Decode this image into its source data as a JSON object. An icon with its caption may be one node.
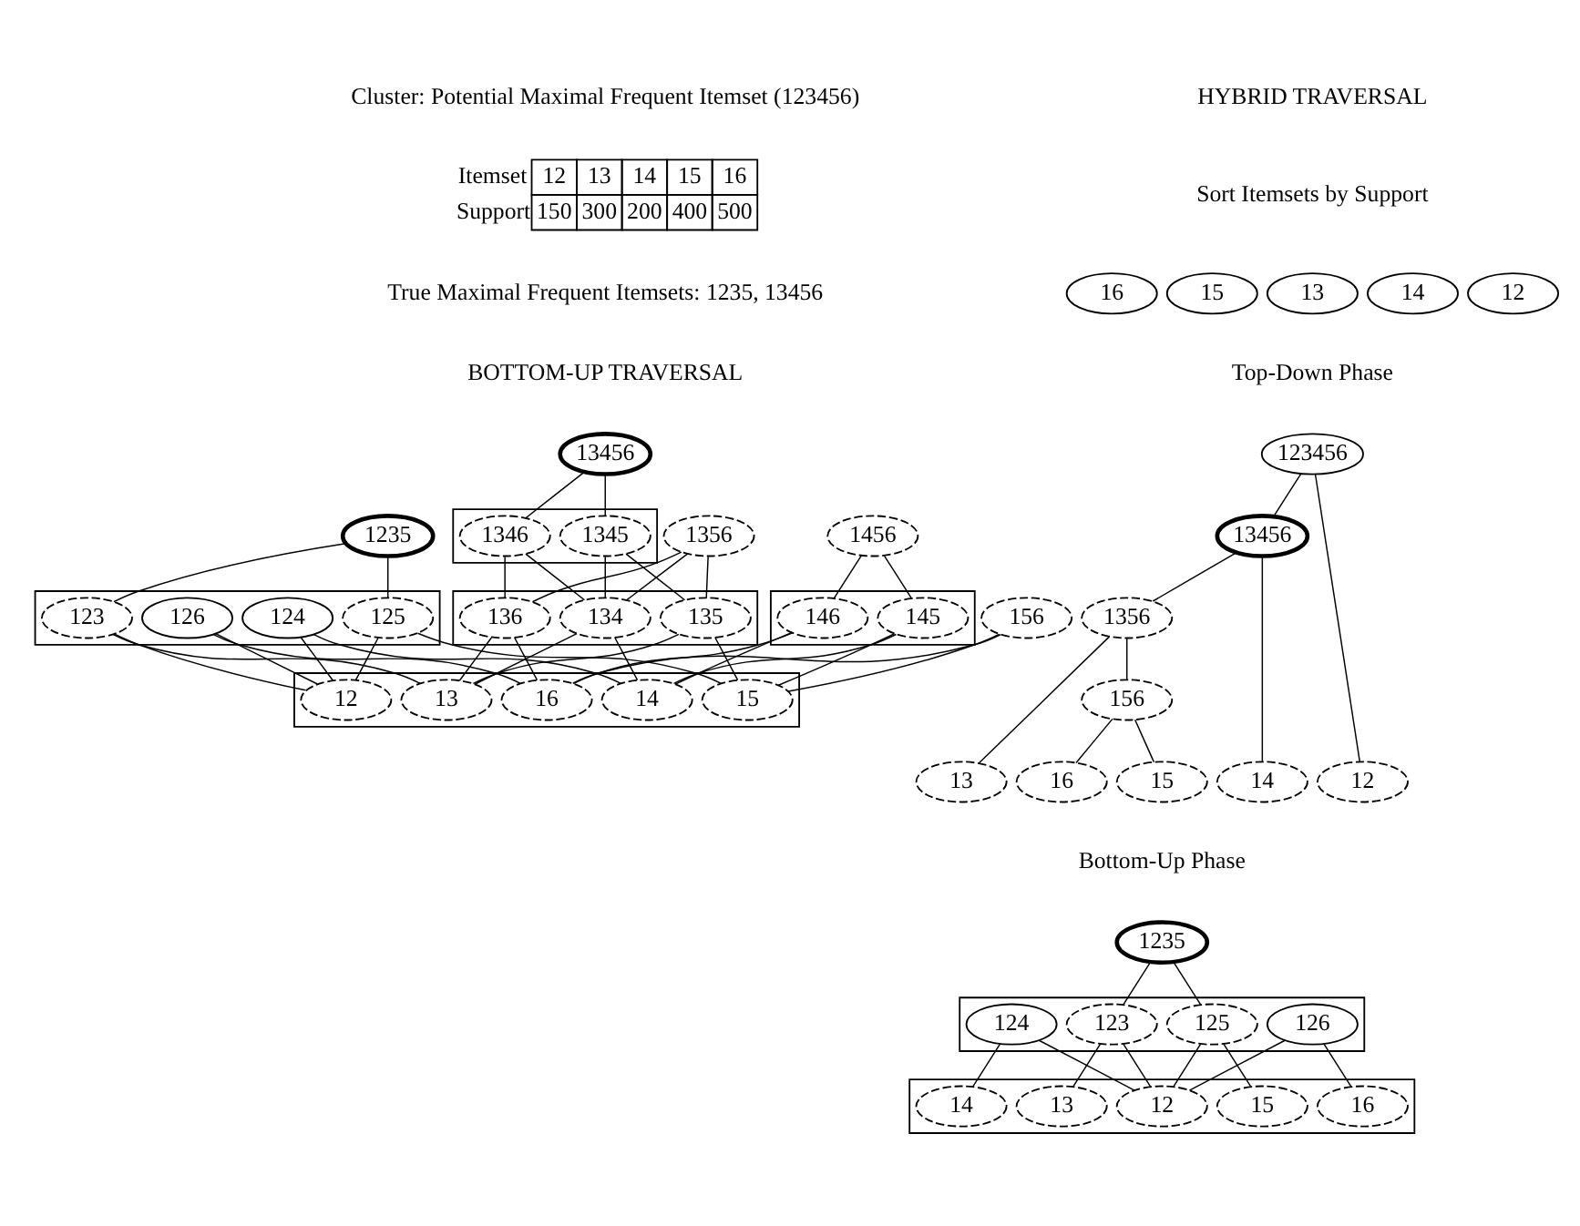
{
  "diagram": {
    "nodes": [
      {
        "text": [
          "13456"
        ]
      },
      {
        "text": [
          "1235"
        ]
      },
      {
        "text": [],
        "shape": "box"
      },
      {
        "text": [
          "1345"
        ],
        "in": 2
      },
      {
        "text": [
          "1346"
        ],
        "in": 2
      },
      {
        "text": [
          "1356"
        ]
      },
      {
        "text": [
          "1456"
        ]
      },
      {
        "text": [],
        "shape": "box"
      },
      {
        "text": [
          "123"
        ],
        "in": 7
      },
      {
        "text": [
          "124"
        ],
        "in": 7
      },
      {
        "text": [
          "125"
        ],
        "in": 7
      },
      {
        "text": [
          "126"
        ],
        "in": 7
      },
      {
        "text": [],
        "shape": "box"
      },
      {
        "text": [
          "134"
        ],
        "in": 12
      },
      {
        "text": [
          "135"
        ],
        "in": 12
      },
      {
        "text": [
          "136"
        ],
        "in": 12
      },
      {
        "text": [],
        "shape": "box"
      },
      {
        "text": [
          "145"
        ],
        "in": 16
      },
      {
        "text": [
          "146"
        ],
        "in": 16
      },
      {
        "text": [
          "156"
        ]
      },
      {
        "text": [],
        "shape": "box"
      },
      {
        "text": [
          "12"
        ],
        "in": 20
      },
      {
        "text": [
          "13"
        ],
        "in": 20
      },
      {
        "text": [
          "14"
        ],
        "in": 20
      },
      {
        "text": [
          "15"
        ],
        "in": 20
      },
      {
        "text": [
          "16"
        ],
        "in": 20
      },
      {
        "text": [
          "16"
        ]
      },
      {
        "text": [
          "15"
        ]
      },
      {
        "text": [
          "13"
        ]
      },
      {
        "text": [
          "14"
        ]
      },
      {
        "text": [
          "12"
        ]
      },
      {
        "text": [
          "123456"
        ]
      },
      {
        "text": [
          "13456"
        ]
      },
      {
        "text": [
          "1356"
        ]
      },
      {
        "text": [
          "156"
        ]
      },
      {
        "text": [
          "16"
        ]
      },
      {
        "text": [
          "15"
        ]
      },
      {
        "text": [
          "13"
        ]
      },
      {
        "text": [
          "14"
        ]
      },
      {
        "text": [
          "12"
        ]
      },
      {
        "text": [
          "1235"
        ]
      },
      {
        "text": [],
        "shape": "box"
      },
      {
        "text": [
          "126"
        ],
        "in": 41
      },
      {
        "text": [
          "125"
        ],
        "in": 41
      },
      {
        "text": [
          "123"
        ],
        "in": 41
      },
      {
        "text": [
          "124"
        ],
        "in": 41
      },
      {
        "text": [],
        "shape": "box"
      },
      {
        "text": [
          "16"
        ],
        "in": 46
      },
      {
        "text": [
          "15"
        ],
        "in": 46
      },
      {
        "text": [
          "13"
        ],
        "in": 46
      },
      {
        "text": [
          "14"
        ],
        "in": 46
      },
      {
        "text": [
          "12"
        ],
        "in": 46
      }
    ],
    "edges": [
      {
        "from": 0,
        "to": 3,
        "arrow": "none"
      },
      {
        "from": 0,
        "to": 4,
        "arrow": "none"
      },
      {
        "from": 1,
        "to": 8,
        "arrow": "none"
      },
      {
        "from": 1,
        "to": 10,
        "arrow": "none"
      },
      {
        "from": 3,
        "to": 13,
        "arrow": "none"
      },
      {
        "from": 3,
        "to": 14,
        "arrow": "none"
      },
      {
        "from": 4,
        "to": 13,
        "arrow": "none"
      },
      {
        "from": 4,
        "to": 15,
        "arrow": "none"
      },
      {
        "from": 5,
        "to": 13,
        "arrow": "none"
      },
      {
        "from": 5,
        "to": 14,
        "arrow": "none"
      },
      {
        "from": 5,
        "to": 15,
        "arrow": "none"
      },
      {
        "from": 6,
        "to": 17,
        "arrow": "none"
      },
      {
        "from": 6,
        "to": 18,
        "arrow": "none"
      },
      {
        "from": 8,
        "to": 21,
        "arrow": "none"
      },
      {
        "from": 8,
        "to": 22,
        "arrow": "none"
      },
      {
        "from": 9,
        "to": 21,
        "arrow": "none"
      },
      {
        "from": 9,
        "to": 23,
        "arrow": "none"
      },
      {
        "from": 10,
        "to": 21,
        "arrow": "none"
      },
      {
        "from": 10,
        "to": 24,
        "arrow": "none"
      },
      {
        "from": 11,
        "to": 21,
        "arrow": "none"
      },
      {
        "from": 11,
        "to": 25,
        "arrow": "none"
      },
      {
        "from": 13,
        "to": 22,
        "arrow": "none"
      },
      {
        "from": 13,
        "to": 23,
        "arrow": "none"
      },
      {
        "from": 14,
        "to": 22,
        "arrow": "none"
      },
      {
        "from": 14,
        "to": 24,
        "arrow": "none"
      },
      {
        "from": 15,
        "to": 22,
        "arrow": "none"
      },
      {
        "from": 15,
        "to": 25,
        "arrow": "none"
      },
      {
        "from": 17,
        "to": 23,
        "arrow": "none"
      },
      {
        "from": 17,
        "to": 24,
        "arrow": "none"
      },
      {
        "from": 18,
        "to": 23,
        "arrow": "none"
      },
      {
        "from": 18,
        "to": 25,
        "arrow": "none"
      },
      {
        "from": 19,
        "to": 24,
        "arrow": "none"
      },
      {
        "from": 19,
        "to": 25,
        "arrow": "none"
      },
      {
        "from": 31,
        "to": 32,
        "arrow": "none"
      },
      {
        "from": 31,
        "to": 39,
        "arrow": "none"
      },
      {
        "from": 32,
        "to": 33,
        "arrow": "none"
      },
      {
        "from": 32,
        "to": 38,
        "arrow": "none"
      },
      {
        "from": 33,
        "to": 34,
        "arrow": "none"
      },
      {
        "from": 33,
        "to": 37,
        "arrow": "none"
      },
      {
        "from": 34,
        "to": 35,
        "arrow": "none"
      },
      {
        "from": 34,
        "to": 36,
        "arrow": "none"
      },
      {
        "from": 40,
        "to": 43,
        "arrow": "none"
      },
      {
        "from": 40,
        "to": 44,
        "arrow": "none"
      },
      {
        "from": 42,
        "to": 47,
        "arrow": "none"
      },
      {
        "from": 42,
        "to": 51,
        "arrow": "none"
      },
      {
        "from": 43,
        "to": 48,
        "arrow": "none"
      },
      {
        "from": 43,
        "to": 51,
        "arrow": "none"
      },
      {
        "from": 44,
        "to": 49,
        "arrow": "none"
      },
      {
        "from": 44,
        "to": 51,
        "arrow": "none"
      },
      {
        "from": 45,
        "to": 50,
        "arrow": "none"
      },
      {
        "from": 45,
        "to": 51,
        "arrow": "none"
      }
    ],
    "labels": [
      "Cluster: Potential Maximal Frequent Itemset (123456)",
      "Itemset",
      "12",
      "13",
      "14",
      "15",
      "16",
      "Support",
      "150",
      "300",
      "200",
      "400",
      "500",
      "True Maximal Frequent Itemsets: 1235, 13456",
      "BOTTOM-UP TRAVERSAL",
      "HYBRID TRAVERSAL",
      "Sort Itemsets by Support",
      "Top-Down Phase",
      "Bottom-Up Phase"
    ]
  }
}
